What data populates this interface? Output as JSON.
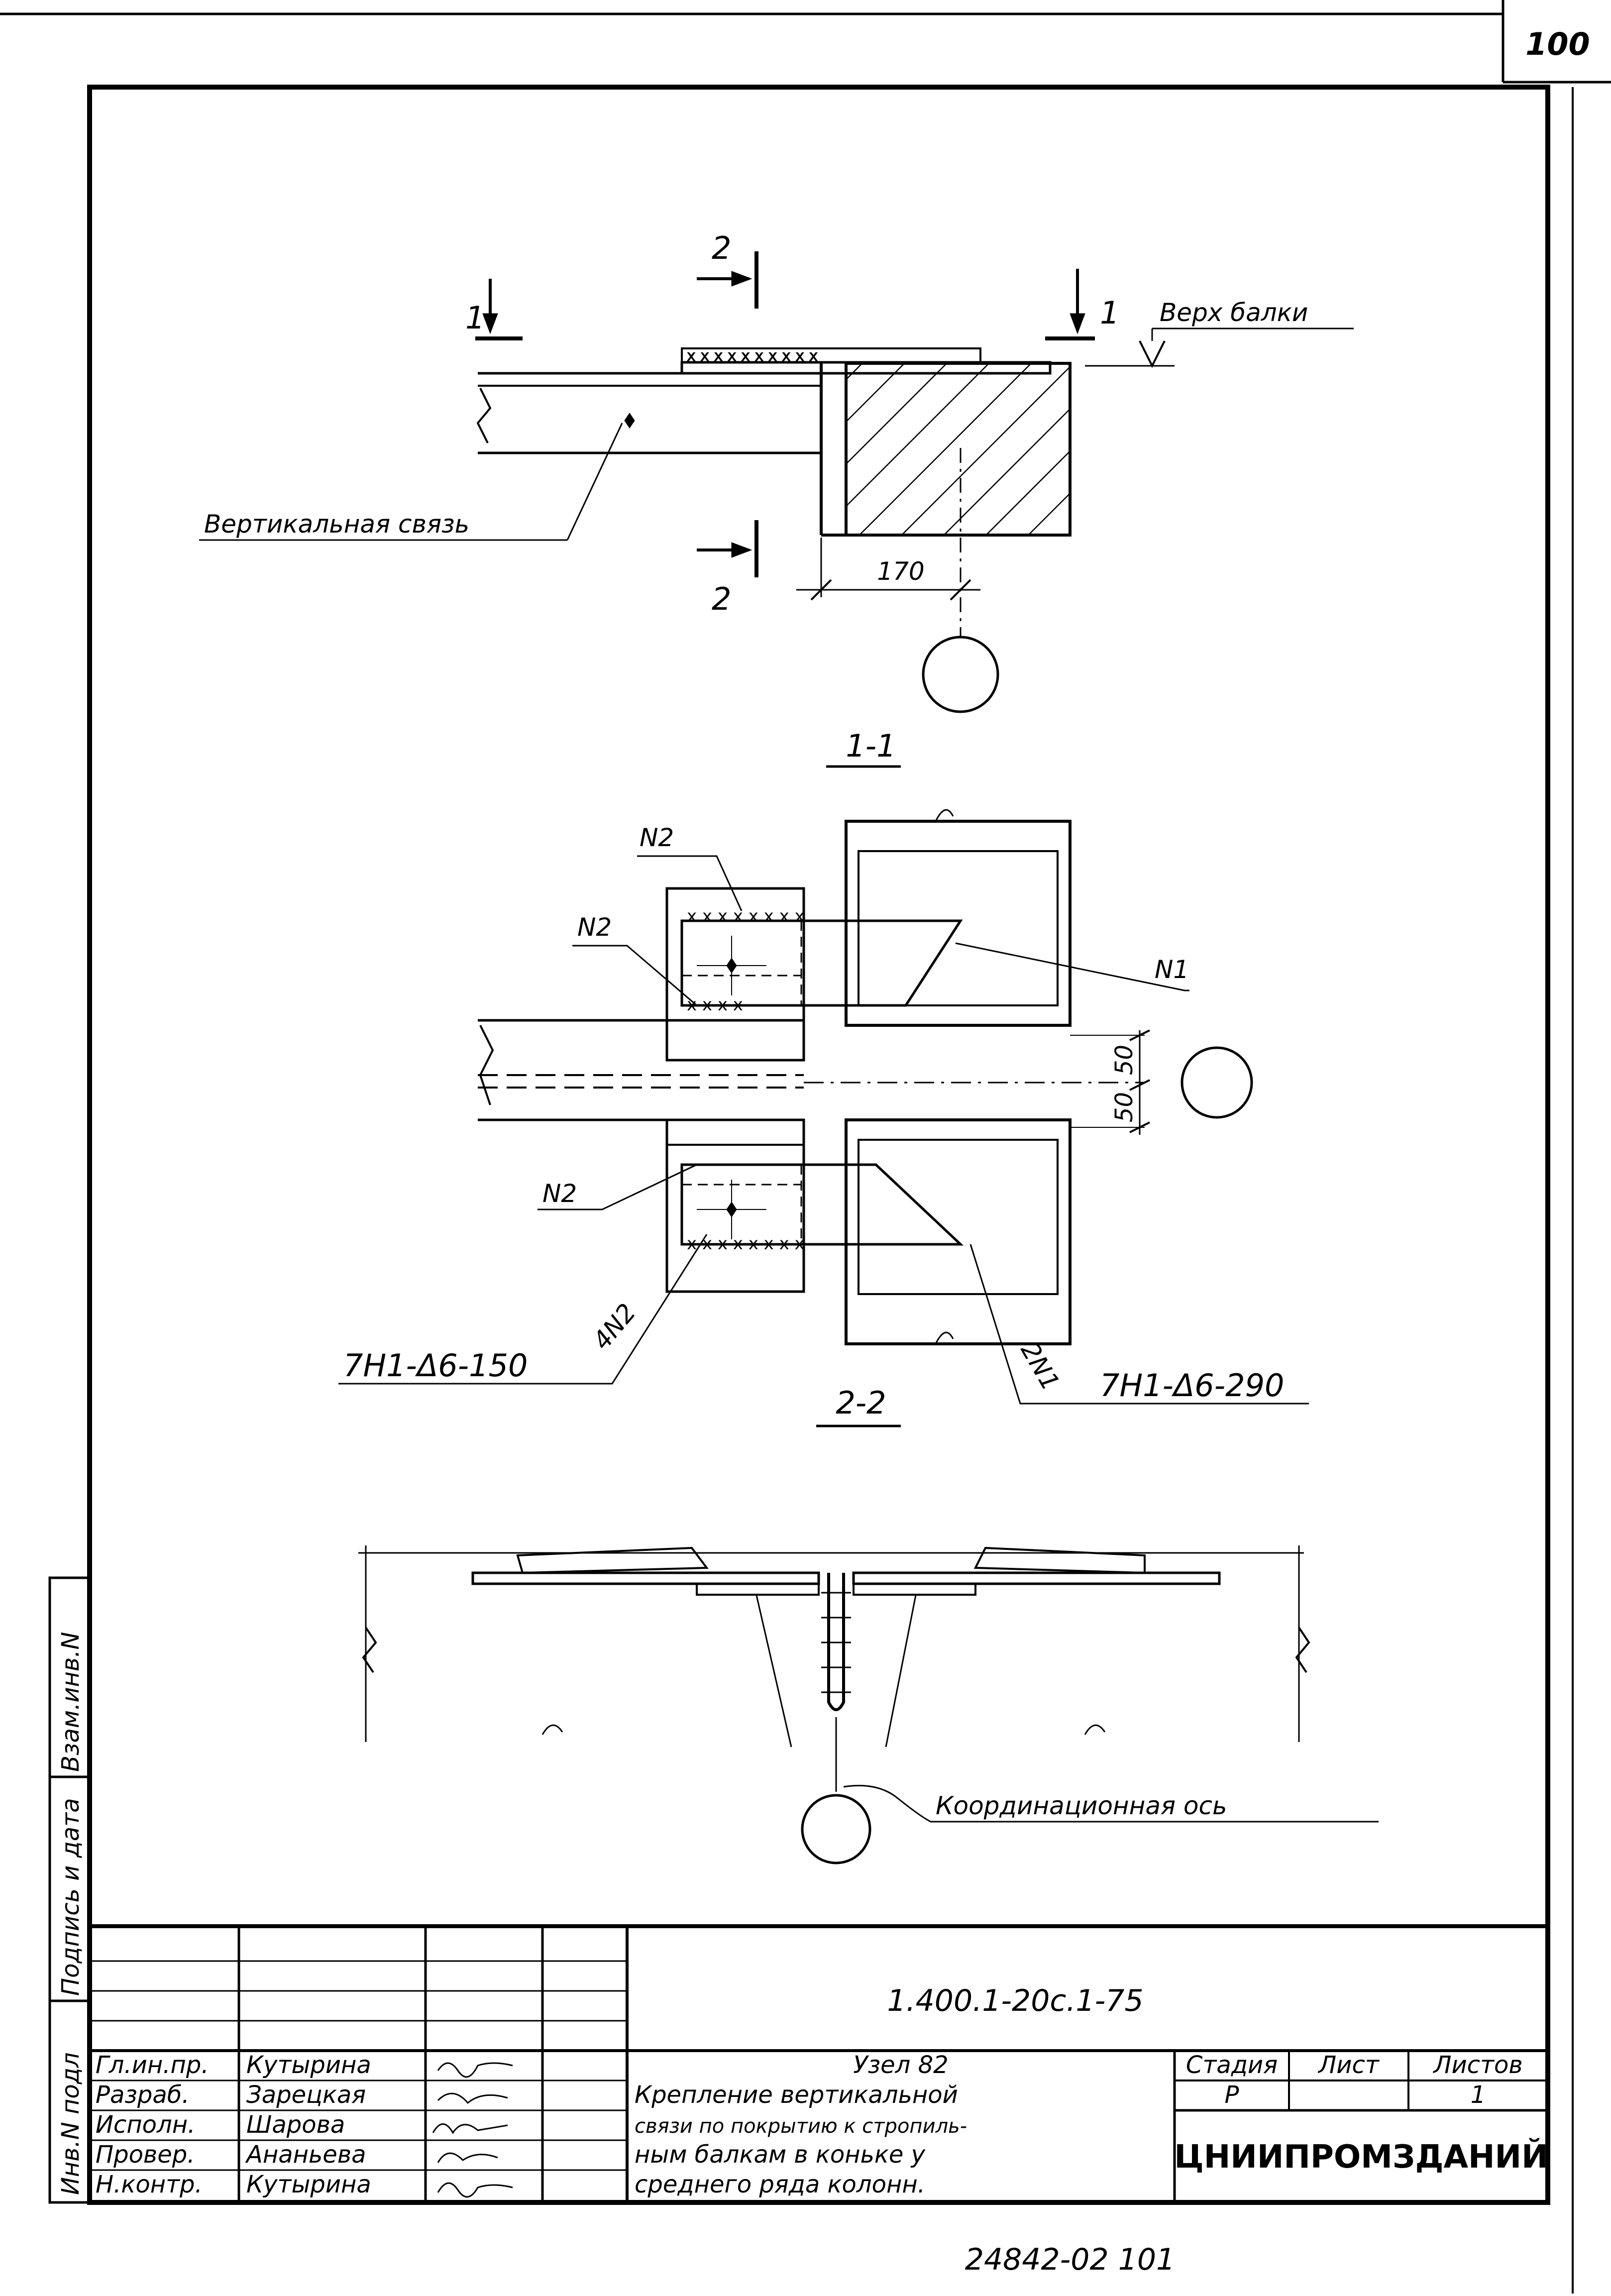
{
  "sheet": {
    "page_corner": "100",
    "page_bottom": "24842-02   101"
  },
  "drawing": {
    "top_view": {
      "section_mark_1": "1",
      "section_mark_2": "2",
      "top_of_beam": "Верх балки",
      "vertical_brace": "Вертикальная связь",
      "dim_170": "170"
    },
    "section_1_1": {
      "title": "1-1",
      "n2_a": "N2",
      "n2_b": "N2",
      "n2_c": "N2",
      "n1": "N1",
      "dim_50_top": "50",
      "dim_50_bottom": "50",
      "weld_left": "7Н1-Δ6-150",
      "weld_left_tag": "4N2",
      "weld_right": "7Н1-Δ6-290",
      "weld_right_tag": "2N1"
    },
    "section_2_2": {
      "title": "2-2",
      "axis": "Координационная ось"
    },
    "side_stamps": [
      "Инв.N подл",
      "Подпись и дата",
      "Взам.инв.N"
    ]
  },
  "title_block": {
    "code": "1.400.1-20с.1-75",
    "roles": [
      {
        "role": "Гл.ин.пр.",
        "name": "Кутырина"
      },
      {
        "role": "Разраб.",
        "name": "Зарецкая"
      },
      {
        "role": "Исполн.",
        "name": "Шарова"
      },
      {
        "role": "Провер.",
        "name": "Ананьева"
      },
      {
        "role": "Н.контр.",
        "name": "Кутырина"
      }
    ],
    "node_title": "Узел 82",
    "description_lines": [
      "Крепление вертикальной",
      "связи по покрытию к стропиль-",
      "ным балкам в коньке у",
      "среднего ряда колонн."
    ],
    "stage_header": "Стадия",
    "sheet_header": "Лист",
    "sheets_header": "Листов",
    "stage": "Р",
    "sheet_no": "",
    "sheets_total": "1",
    "org": "ЦНИИПРОМЗДАНИЙ"
  }
}
